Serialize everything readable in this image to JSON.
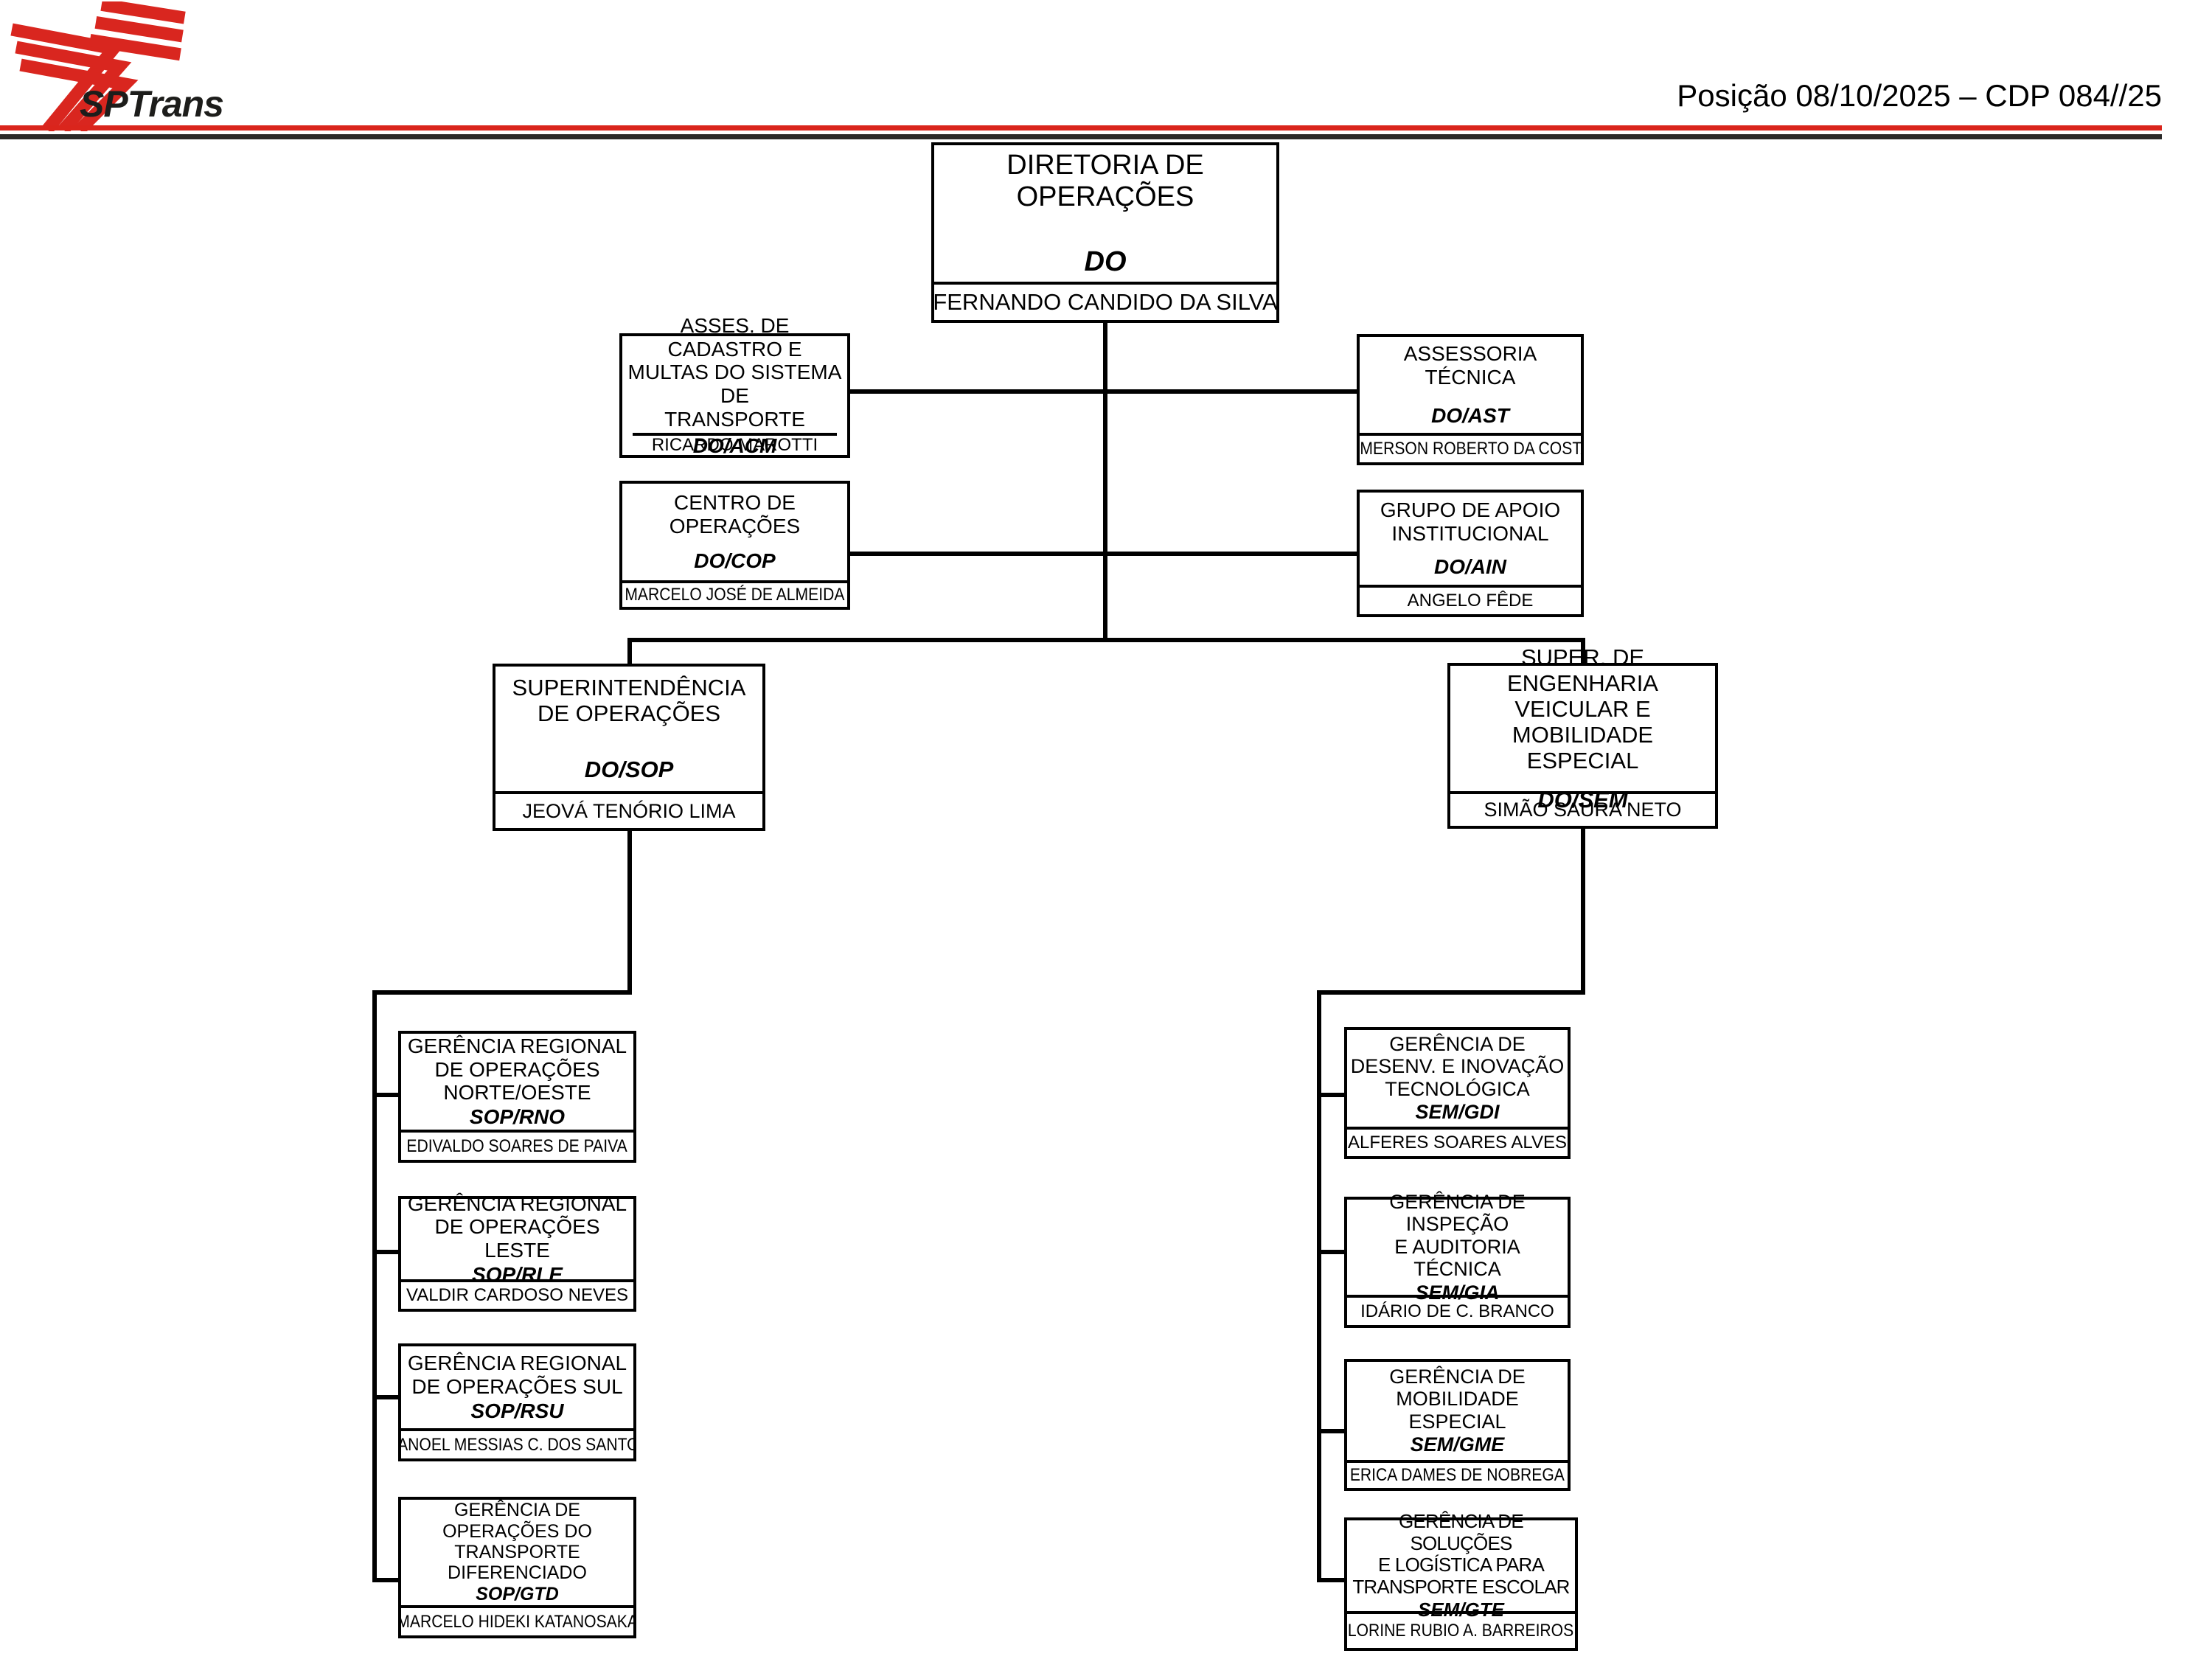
{
  "header": {
    "brand": "SPTrans",
    "position_label": "Posição 08/10/2025 – CDP 084//25"
  },
  "colors": {
    "brand_red": "#da251c",
    "rule_black": "#2b2a29"
  },
  "org_nodes": {
    "do": {
      "title": "DIRETORIA DE\nOPERAÇÕES",
      "code": "DO",
      "name": "FERNANDO CANDIDO DA SILVA"
    },
    "acm": {
      "title": "ASSES. DE  CADASTRO E\nMULTAS DO SISTEMA DE\nTRANSPORTE",
      "code": "DO/ACM",
      "name": "RICARDO MAROTTI"
    },
    "ast": {
      "title": "ASSESSORIA\nTÉCNICA",
      "code": "DO/AST",
      "name": "EMERSON ROBERTO DA COSTA"
    },
    "cop": {
      "title": "CENTRO DE\nOPERAÇÕES",
      "code": "DO/COP",
      "name": "MARCELO JOSÉ DE ALMEIDA"
    },
    "ain": {
      "title": "GRUPO DE APOIO\nINSTITUCIONAL",
      "code": "DO/AIN",
      "name": "ANGELO FÊDE"
    },
    "sop": {
      "title": "SUPERINTENDÊNCIA\nDE OPERAÇÕES",
      "code": "DO/SOP",
      "name": "JEOVÁ TENÓRIO LIMA"
    },
    "sem": {
      "title": "SUPER. DE ENGENHARIA\nVEICULAR  E\nMOBILIDADE ESPECIAL",
      "code": "DO/SEM",
      "name": "SIMÃO SAURA NETO"
    },
    "rno": {
      "title": "GERÊNCIA  REGIONAL\nDE OPERAÇÕES\nNORTE/OESTE",
      "code": "SOP/RNO",
      "name": "EDIVALDO SOARES DE PAIVA"
    },
    "rle": {
      "title": "GERÊNCIA REGIONAL\nDE OPERAÇÕES LESTE",
      "code": "SOP/RLE",
      "name": "VALDIR CARDOSO NEVES"
    },
    "rsu": {
      "title": "GERÊNCIA REGIONAL\nDE OPERAÇÕES SUL",
      "code": "SOP/RSU",
      "name": "MANOEL MESSIAS C. DOS SANTOS"
    },
    "gtd": {
      "title": "GERÊNCIA DE\nOPERAÇÕES DO\nTRANSPORTE\nDIFERENCIADO",
      "code": "SOP/GTD",
      "name": "MARCELO HIDEKI KATANOSAKA"
    },
    "gdi": {
      "title": "GERÊNCIA DE\nDESENV. E INOVAÇÃO\nTECNOLÓGICA",
      "code": "SEM/GDI",
      "name": "ALFERES SOARES ALVES"
    },
    "gia": {
      "title": "GERÊNCIA DE\nINSPEÇÃO\nE AUDITORIA TÉCNICA",
      "code": "SEM/GIA",
      "name": "IDÁRIO DE C. BRANCO"
    },
    "gme": {
      "title": "GERÊNCIA DE\nMOBILIDADE\nESPECIAL",
      "code": "SEM/GME",
      "name": "ERICA DAMES DE NOBREGA"
    },
    "gte": {
      "title": "GERÊNCIA DE SOLUÇÕES\nE  LOGÍSTICA PARA\nTRANSPORTE ESCOLAR",
      "code": "SEM/GTE",
      "name": "LORINE RUBIO A. BARREIROS"
    }
  }
}
